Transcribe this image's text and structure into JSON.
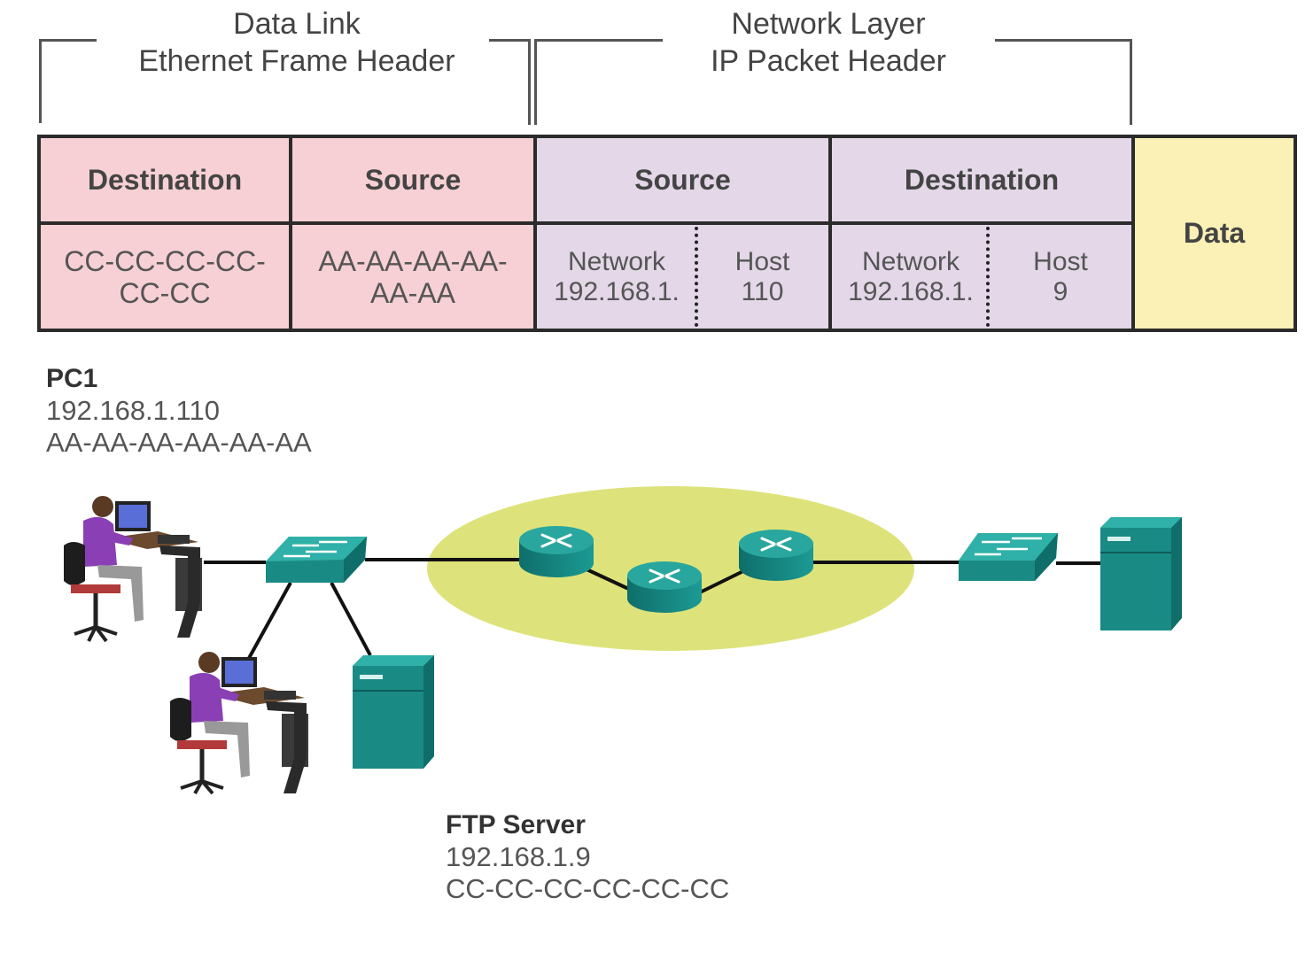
{
  "brackets": {
    "data_link": {
      "line1": "Data Link",
      "line2": "Ethernet Frame Header"
    },
    "network": {
      "line1": "Network Layer",
      "line2": "IP Packet Header"
    }
  },
  "frame": {
    "dest_mac_label": "Destination",
    "source_mac_label": "Source",
    "source_ip_label": "Source",
    "dest_ip_label": "Destination",
    "data_label": "Data",
    "dest_mac_line1": "CC-CC-CC-CC-",
    "dest_mac_line2": "CC-CC",
    "source_mac_line1": "AA-AA-AA-AA-",
    "source_mac_line2": "AA-AA",
    "source_ip": {
      "network_label": "Network",
      "network_value": "192.168.1.",
      "host_label": "Host",
      "host_value": "110"
    },
    "dest_ip": {
      "network_label": "Network",
      "network_value": "192.168.1.",
      "host_label": "Host",
      "host_value": "9"
    }
  },
  "pc1": {
    "name": "PC1",
    "ip": "192.168.1.110",
    "mac": "AA-AA-AA-AA-AA-AA"
  },
  "ftp_server": {
    "name": "FTP Server",
    "ip": "192.168.1.9",
    "mac": "CC-CC-CC-CC-CC-CC"
  },
  "colors": {
    "ethernet_header": "#f6d0d4",
    "ip_header": "#e3d7e8",
    "data": "#fbf0b5",
    "network_cloud": "#dde37a",
    "device_teal": "#1a8a85"
  }
}
